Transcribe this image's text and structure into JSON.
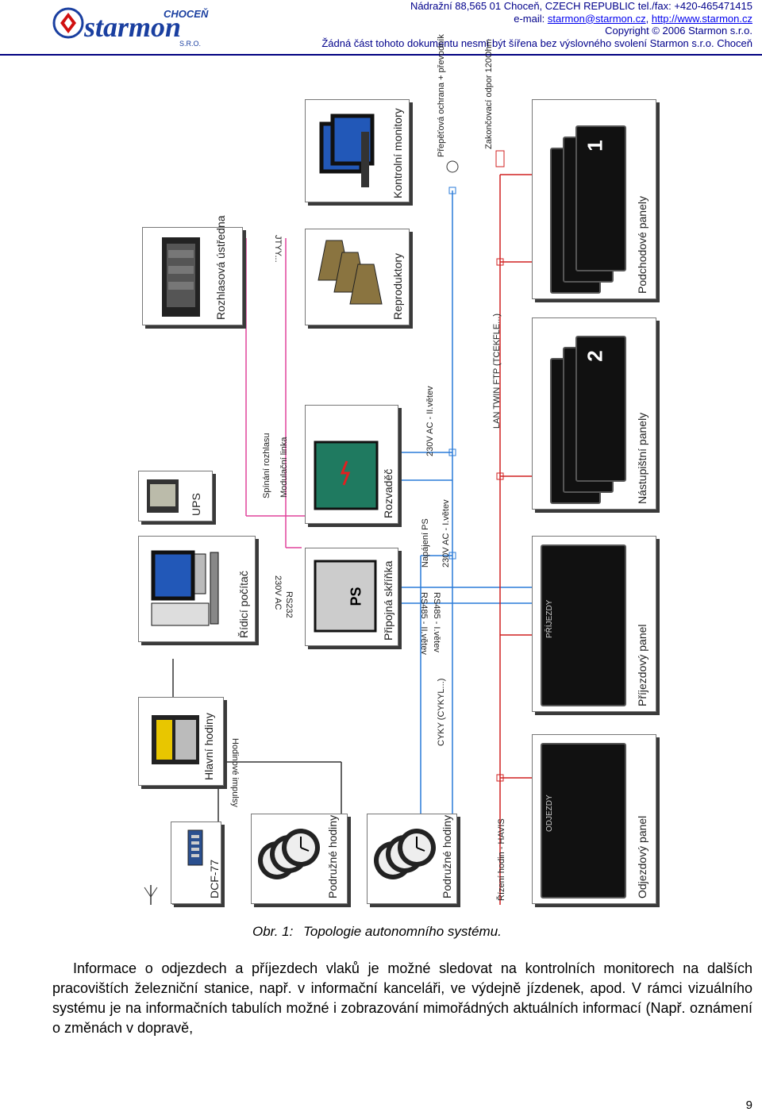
{
  "header": {
    "logo_brand": "starmon",
    "logo_city": "CHOCEŇ",
    "logo_suffix": "S.R.O.",
    "address_line": "Nádražní 88,565 01 Choceň, CZECH REPUBLIC tel./fax: +420-465471415",
    "email_prefix": "e-mail:",
    "email": "starmon@starmon.cz",
    "url": "http://www.starmon.cz",
    "copyright": "Copyright © 2006 Starmon s.r.o.",
    "notice": "Žádná část tohoto dokumentu nesmí být šířena bez výslovného svolení Starmon s.r.o. Choceň",
    "colors": {
      "brand_blue": "#00008b",
      "link": "#0000ee",
      "logo_red": "#d01010"
    }
  },
  "figure": {
    "boxes": {
      "dcf": "DCF-77",
      "podruzne1": "Podružné hodiny",
      "podruzne2": "Podružné hodiny",
      "hlavni": "Hlavní hodiny",
      "ridici": "Řídicí počítač",
      "ups": "UPS",
      "rozhlasova": "Rozhlasová ústředna",
      "pripojna": "Připojná skříňka",
      "rozvadec": "Rozvaděč",
      "reproduktory": "Reproduktory",
      "kontrolni": "Kontrolní monitory",
      "odjezdovy": "Odjezdový panel",
      "prijezdovy": "Příjezdový panel",
      "nastupistni": "Nástupištní panely",
      "podchodove": "Podchodové panely"
    },
    "lines": {
      "hodinove": "Hodinové impulsy",
      "rs232": "RS232",
      "ac230": "230V AC",
      "spinani": "Spínání rozhlasu",
      "modulacni": "Modulační linka",
      "jtyy": "JTYY...",
      "rizeni_hodin": "Řízení hodin - HAVIS",
      "cyky": "CYKY (CYKYL...)",
      "napajeni": "Napájení PS",
      "rs485_1": "RS485 - I.větev",
      "rs485_2": "RS485 - II.větev",
      "ac_1": "230V AC - I.větev",
      "ac_2": "230V AC - II.větev",
      "lan": "LAN TWIN FTP (TCEKFLE...)",
      "prepetova": "Přepěťová ochrana + převodník",
      "zakoncovaci": "Zakončovací odpor 120Ohm"
    },
    "panel_text": {
      "ps": "PS",
      "odjezdy": "ODJEZDY",
      "prijezdy": "PŘÍJEZDY",
      "nast_num": "2",
      "podch_num": "1"
    }
  },
  "caption": {
    "label": "Obr. 1:",
    "text": "Topologie autonomního systému."
  },
  "body": {
    "paragraph": "Informace o odjezdech a příjezdech vlaků je možné sledovat na kontrolních monitorech na dalších pracovištích železniční stanice, např. v informační kanceláři, ve výdejně jízdenek, apod. V rámci vizuálního systému je na informačních tabulích možné i zobrazování mimořádných aktuálních informací (Např. oznámení o změnách v dopravě,"
  },
  "page_number": "9"
}
